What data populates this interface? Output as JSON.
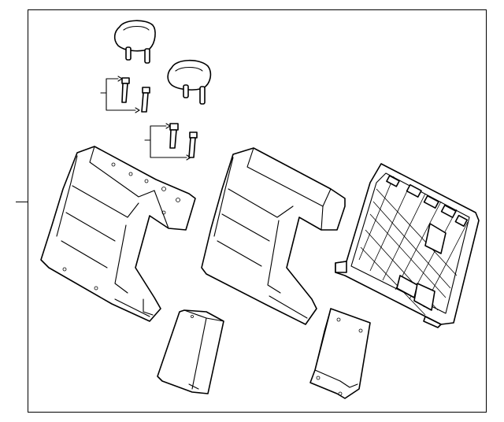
{
  "diagram": {
    "parts": [
      {
        "name": "headrest-1"
      },
      {
        "name": "headrest-2"
      },
      {
        "name": "headrest-guide-group-1"
      },
      {
        "name": "headrest-guide-group-2"
      },
      {
        "name": "seatback-cover-left"
      },
      {
        "name": "seatback-cover-right"
      },
      {
        "name": "seatback-frame"
      },
      {
        "name": "armrest"
      },
      {
        "name": "bracket-panel"
      }
    ],
    "line_color": "#000000",
    "background": "#ffffff"
  }
}
